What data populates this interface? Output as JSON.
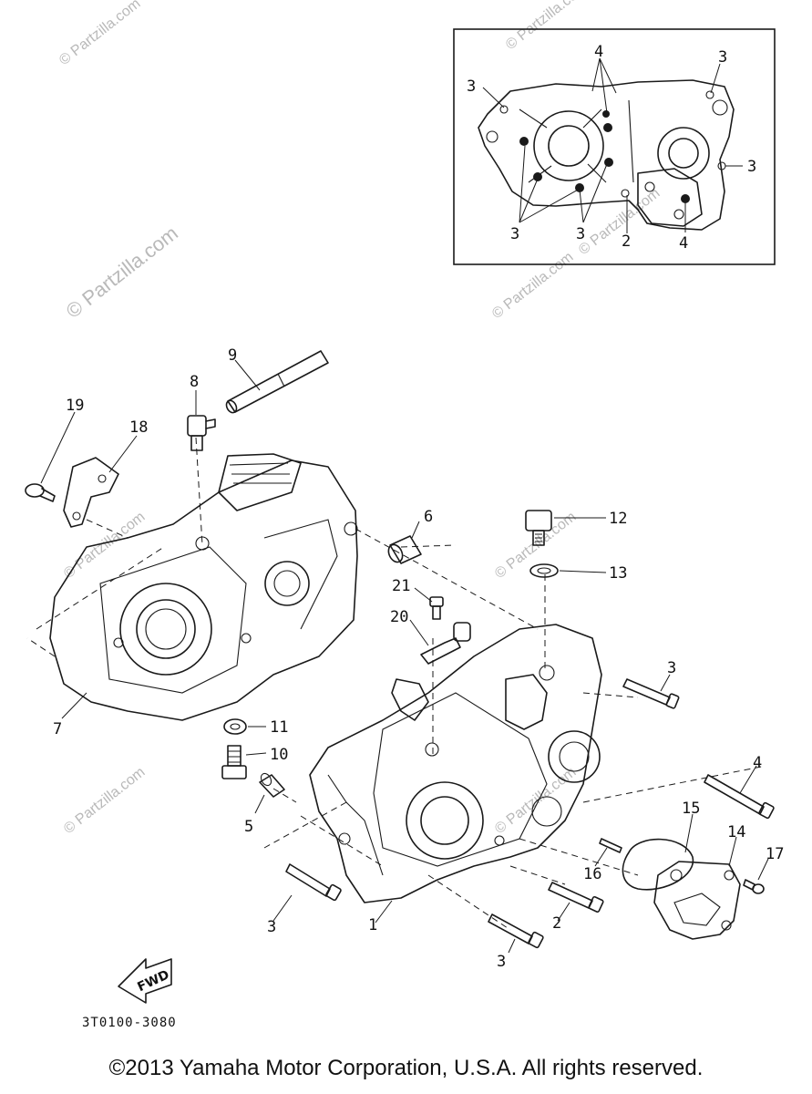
{
  "watermarks": [
    "© Partzilla.com",
    "© Partzilla.com",
    "© Partzilla.com",
    "© Partzilla.com",
    "© Partzilla.com",
    "© Partzilla.com",
    "© Partzilla.com",
    "© Partzilla.com",
    "© Partzilla.com"
  ],
  "inset": {
    "callouts": [
      "4",
      "3",
      "3",
      "3",
      "3",
      "3",
      "2",
      "4"
    ]
  },
  "main": {
    "callouts": [
      "9",
      "8",
      "19",
      "18",
      "6",
      "12",
      "13",
      "21",
      "20",
      "3",
      "7",
      "11",
      "10",
      "5",
      "4",
      "15",
      "14",
      "17",
      "16",
      "3",
      "1",
      "2",
      "3"
    ]
  },
  "fwd_label": "FWD",
  "diagram_code": "3T0100-3080",
  "copyright": "©2013  Yamaha Motor Corporation, U.S.A. All rights reserved."
}
